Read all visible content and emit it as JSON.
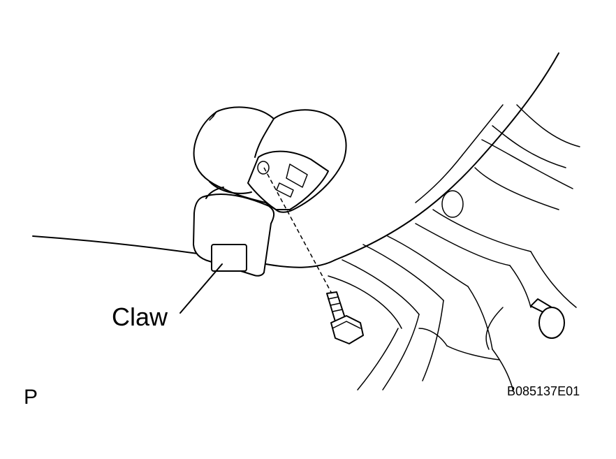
{
  "labels": {
    "claw": "Claw",
    "view": "P",
    "figure_code": "B085137E01"
  }
}
